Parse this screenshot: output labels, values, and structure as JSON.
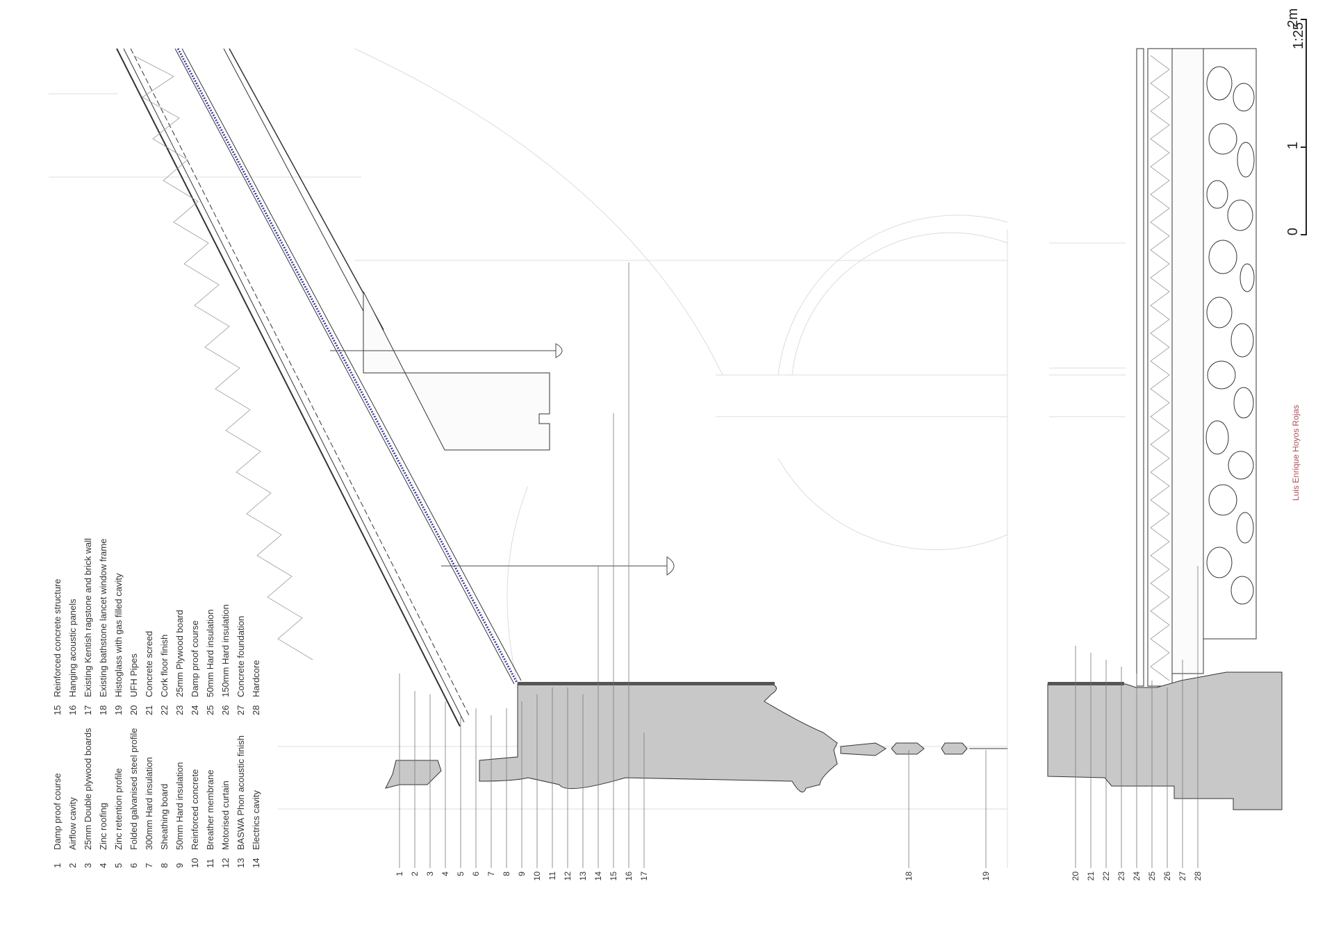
{
  "legend": {
    "column1": [
      {
        "num": "1",
        "label": "Damp proof course"
      },
      {
        "num": "2",
        "label": "Airflow cavity"
      },
      {
        "num": "3",
        "label": "25mm Double plywood boards"
      },
      {
        "num": "4",
        "label": "Zinc roofing"
      },
      {
        "num": "5",
        "label": "Zinc retention profile"
      },
      {
        "num": "6",
        "label": "Folded galvanised steel profile"
      },
      {
        "num": "7",
        "label": "300mm Hard insulation"
      },
      {
        "num": "8",
        "label": "Sheathing board"
      },
      {
        "num": "9",
        "label": "50mm Hard insulation"
      },
      {
        "num": "10",
        "label": "Reinforced concrete"
      },
      {
        "num": "11",
        "label": "Breather membrane"
      },
      {
        "num": "12",
        "label": "Motorised curtain"
      },
      {
        "num": "13",
        "label": "BASWA Phon acoustic finish"
      },
      {
        "num": "14",
        "label": "Electrics cavity"
      }
    ],
    "column2": [
      {
        "num": "15",
        "label": "Reinforced concrete structure"
      },
      {
        "num": "16",
        "label": "Hanging acoustic panels"
      },
      {
        "num": "17",
        "label": "Existing Kentish ragstone and brick wall"
      },
      {
        "num": "18",
        "label": "Existing bathstone lancet window frame"
      },
      {
        "num": "19",
        "label": "Histoglass with gas filled cavity"
      },
      {
        "num": "20",
        "label": "UFH Pipes"
      },
      {
        "num": "21",
        "label": "Concrete screed"
      },
      {
        "num": "22",
        "label": "Cork floor finish"
      },
      {
        "num": "23",
        "label": "25mm Plywood board"
      },
      {
        "num": "24",
        "label": "Damp proof course"
      },
      {
        "num": "25",
        "label": "50mm Hard insulation"
      },
      {
        "num": "26",
        "label": "150mm Hard insulation"
      },
      {
        "num": "27",
        "label": "Concrete foundation"
      },
      {
        "num": "28",
        "label": "Hardcore"
      }
    ]
  },
  "callouts": [
    "1",
    "2",
    "3",
    "4",
    "5",
    "6",
    "7",
    "8",
    "9",
    "10",
    "11",
    "12",
    "13",
    "14",
    "15",
    "16",
    "17",
    "18",
    "19",
    "20",
    "21",
    "22",
    "23",
    "24",
    "25",
    "26",
    "27",
    "28"
  ],
  "scale": {
    "ratio": "1:25",
    "ticks": [
      "0",
      "1",
      "2m"
    ]
  },
  "author": "Luis Enrique Hoyos Rojas",
  "colors": {
    "stone": "#c8c8c8",
    "line": "#333333",
    "faint": "#d8d8d8",
    "accent_blue": "#3a3aa8",
    "author": "#b0505a"
  }
}
